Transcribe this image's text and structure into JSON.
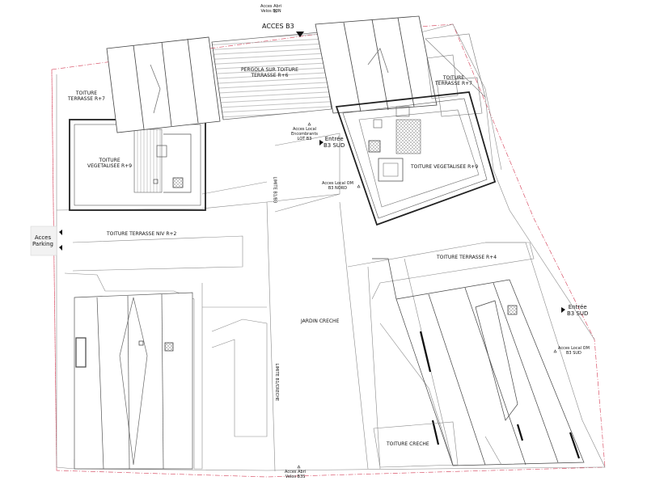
{
  "labels": {
    "acces_abri_velos_b3n": [
      "Acces Abri",
      "Velos B3N"
    ],
    "acces_b3": "ACCES B3",
    "pergola": [
      "PERGOLA SUR TOITURE",
      "TERRASSE R+6"
    ],
    "toiture_terrasse_r7_left": [
      "TOITURE",
      "TERRASSE R+7"
    ],
    "toiture_terrasse_r7_right": [
      "TOITURE",
      "TERRASSE R+7"
    ],
    "toiture_vegetalisee_left": [
      "TOITURE",
      "VEGETALISEE R+9"
    ],
    "toiture_vegetalisee_right": "TOITURE VEGETALISEE R+9",
    "acces_local_encombrants": [
      "Acces Local",
      "Encombrants",
      "LOT B3"
    ],
    "entree_b3_sud_top": [
      "Entrée",
      "B3 SUD"
    ],
    "acces_local_om_b3_nord": [
      "Acces Local OM",
      "B3 NORD"
    ],
    "limite_b1_b3": "LIMITE B1/B3",
    "acces_parking": [
      "Acces",
      "Parking"
    ],
    "toiture_terrasse_niv_r2": "TOITURE TERRASSE NIV R+2",
    "toiture_terrasse_r4": "TOITURE TERRASSE R+4",
    "jardin_creche": "JARDIN CRECHE",
    "limite_b1_creche": "LIMITE B1/CRECHE",
    "entree_b3_sud_right": [
      "Entrée",
      "B3 SUD"
    ],
    "acces_local_om_b3_sud": [
      "Acces Local OM",
      "B3 SUD"
    ],
    "toiture_creche": "TOITURE CRECHE",
    "acces_abri_velos_b3s": [
      "Acces Abri",
      "Velos B3S"
    ]
  },
  "colors": {
    "line": "#555555",
    "light_line": "#b4b4b4",
    "dashed_red": "#d9546a",
    "hatch": "#8a8a8a"
  },
  "icons": {
    "acces_b3_arrow": "triangle-down-icon",
    "entree_sud_arrow": "triangle-icon",
    "parking_arrows": "triangle-icon",
    "access_markers": "small-triangle-icon"
  }
}
